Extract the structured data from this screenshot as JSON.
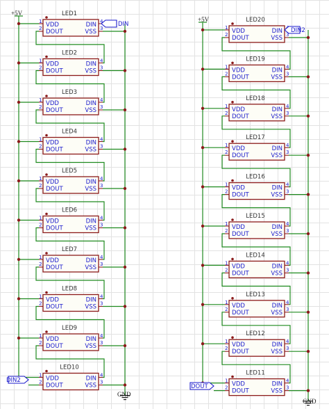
{
  "left_column": {
    "supply_label": "+5V",
    "ground_label": "GND",
    "input_label": "DIN",
    "output_label": "DIN2",
    "leds": [
      "LED1",
      "LED2",
      "LED3",
      "LED4",
      "LED5",
      "LED6",
      "LED7",
      "LED8",
      "LED9",
      "LED10"
    ]
  },
  "right_column": {
    "supply_label": "+5V",
    "ground_label": "GND",
    "input_label": "DIN2",
    "output_label": "DOUT",
    "leds": [
      "LED20",
      "LED19",
      "LED18",
      "LED17",
      "LED16",
      "LED15",
      "LED14",
      "LED13",
      "LED12",
      "LED11"
    ]
  },
  "pins": {
    "vdd": "VDD",
    "dout": "DOUT",
    "din": "DIN",
    "vss": "VSS",
    "n1": "1",
    "n2": "2",
    "n3": "3",
    "n4": "4"
  },
  "colors": {
    "wire": "#1e8a1e",
    "component": "#8b1a1a",
    "pin_text": "#1a1acc",
    "grid": "#e2e2e2"
  }
}
